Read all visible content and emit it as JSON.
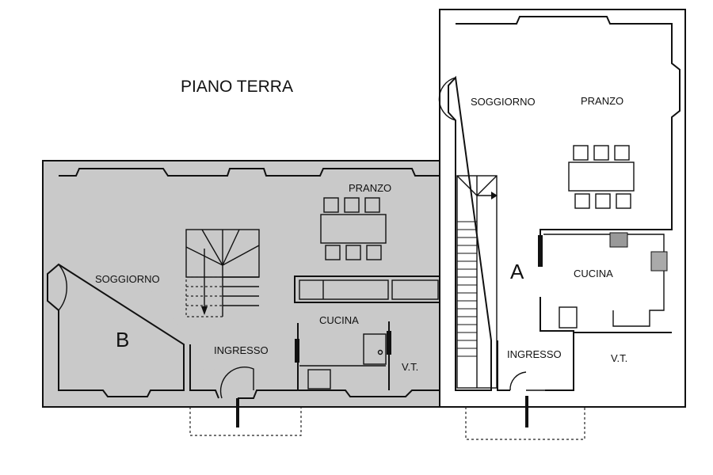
{
  "title": "PIANO TERRA",
  "colors": {
    "unit_b_fill": "#c9c9c9",
    "unit_a_fill": "#ffffff",
    "wall": "#111111"
  },
  "unit_b": {
    "letter": "B",
    "rooms": {
      "soggiorno": "SOGGIORNO",
      "pranzo": "PRANZO",
      "ingresso": "INGRESSO",
      "cucina": "CUCINA",
      "vt": "V.T."
    }
  },
  "unit_a": {
    "letter": "A",
    "rooms": {
      "soggiorno": "SOGGIORNO",
      "pranzo": "PRANZO",
      "ingresso": "INGRESSO",
      "cucina": "CUCINA",
      "vt": "V.T."
    }
  }
}
